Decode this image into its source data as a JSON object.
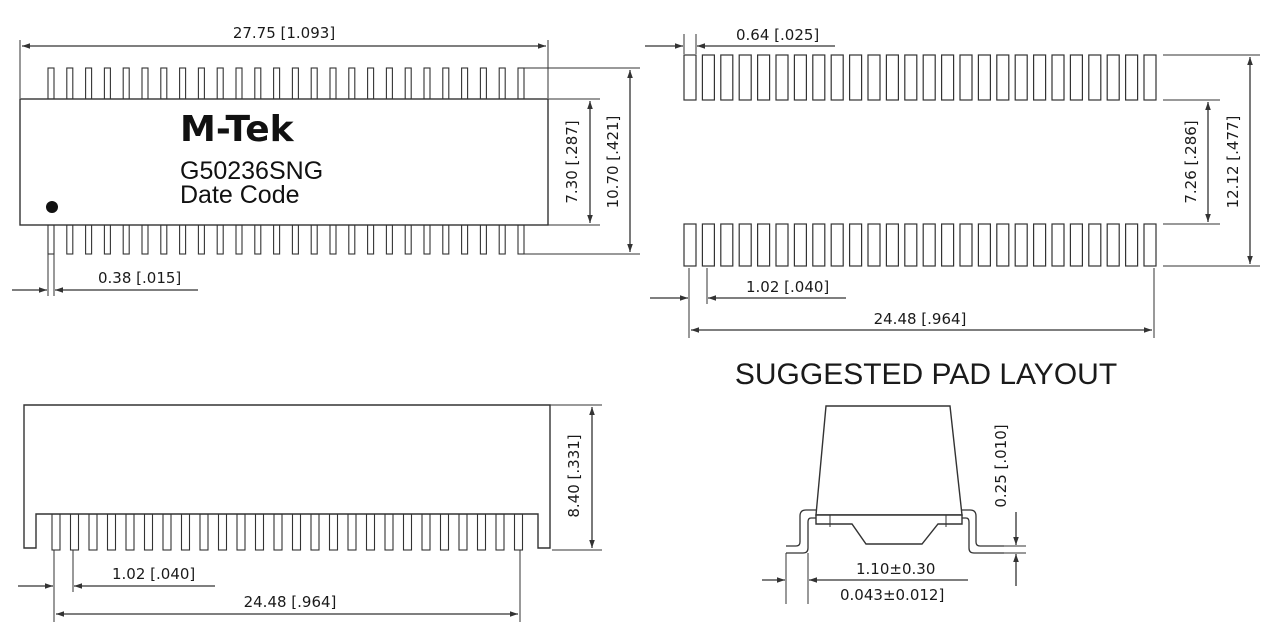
{
  "top_view": {
    "brand": "M-Tek",
    "part_number": "G50236SNG",
    "date_code_label": "Date Code",
    "dim_overall_length": "27.75 [1.093]",
    "dim_body_width": "7.30 [.287]",
    "dim_overall_width": "10.70 [.421]",
    "dim_pin_width": "0.38 [.015]"
  },
  "pad_layout": {
    "title": "SUGGESTED PAD LAYOUT",
    "dim_pad_width": "0.64 [.025]",
    "dim_inner_span": "7.26 [.286]",
    "dim_outer_span": "12.12 [.477]",
    "dim_pitch": "1.02 [.040]",
    "dim_row_length": "24.48 [.964]"
  },
  "side_view": {
    "dim_height": "8.40 [.331]",
    "dim_pitch": "1.02 [.040]",
    "dim_row_length": "24.48 [.964]"
  },
  "lead_detail": {
    "dim_lead_thickness": "0.25 [.010]",
    "dim_foot_length_mm": "1.10±0.30",
    "dim_foot_length_in": "0.043±0.012]"
  },
  "colors": {
    "line": "#333333",
    "text": "#1a1a1a",
    "background": "#ffffff"
  }
}
